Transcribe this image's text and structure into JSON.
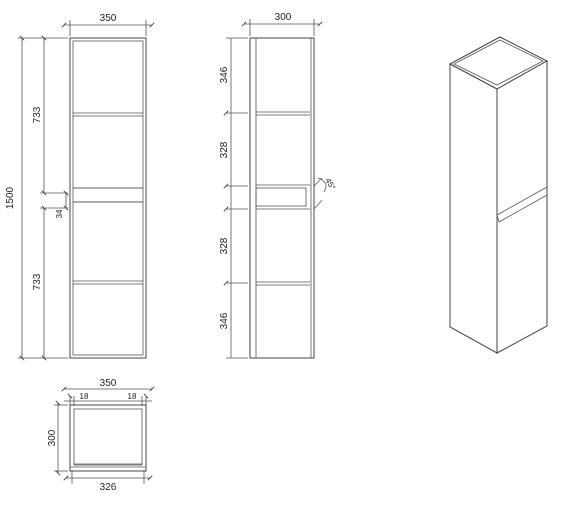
{
  "front_view": {
    "width": "350",
    "height_total": "1500",
    "upper_height": "733",
    "lower_height": "733",
    "gap": "34"
  },
  "side_view": {
    "depth": "300",
    "upper_top": "346",
    "upper_bottom": "328",
    "lower_top": "328",
    "lower_bottom": "346",
    "angle": "45°"
  },
  "top_view": {
    "width": "350",
    "left_panel": "18",
    "right_panel": "18",
    "depth": "300",
    "inner_width": "326"
  }
}
